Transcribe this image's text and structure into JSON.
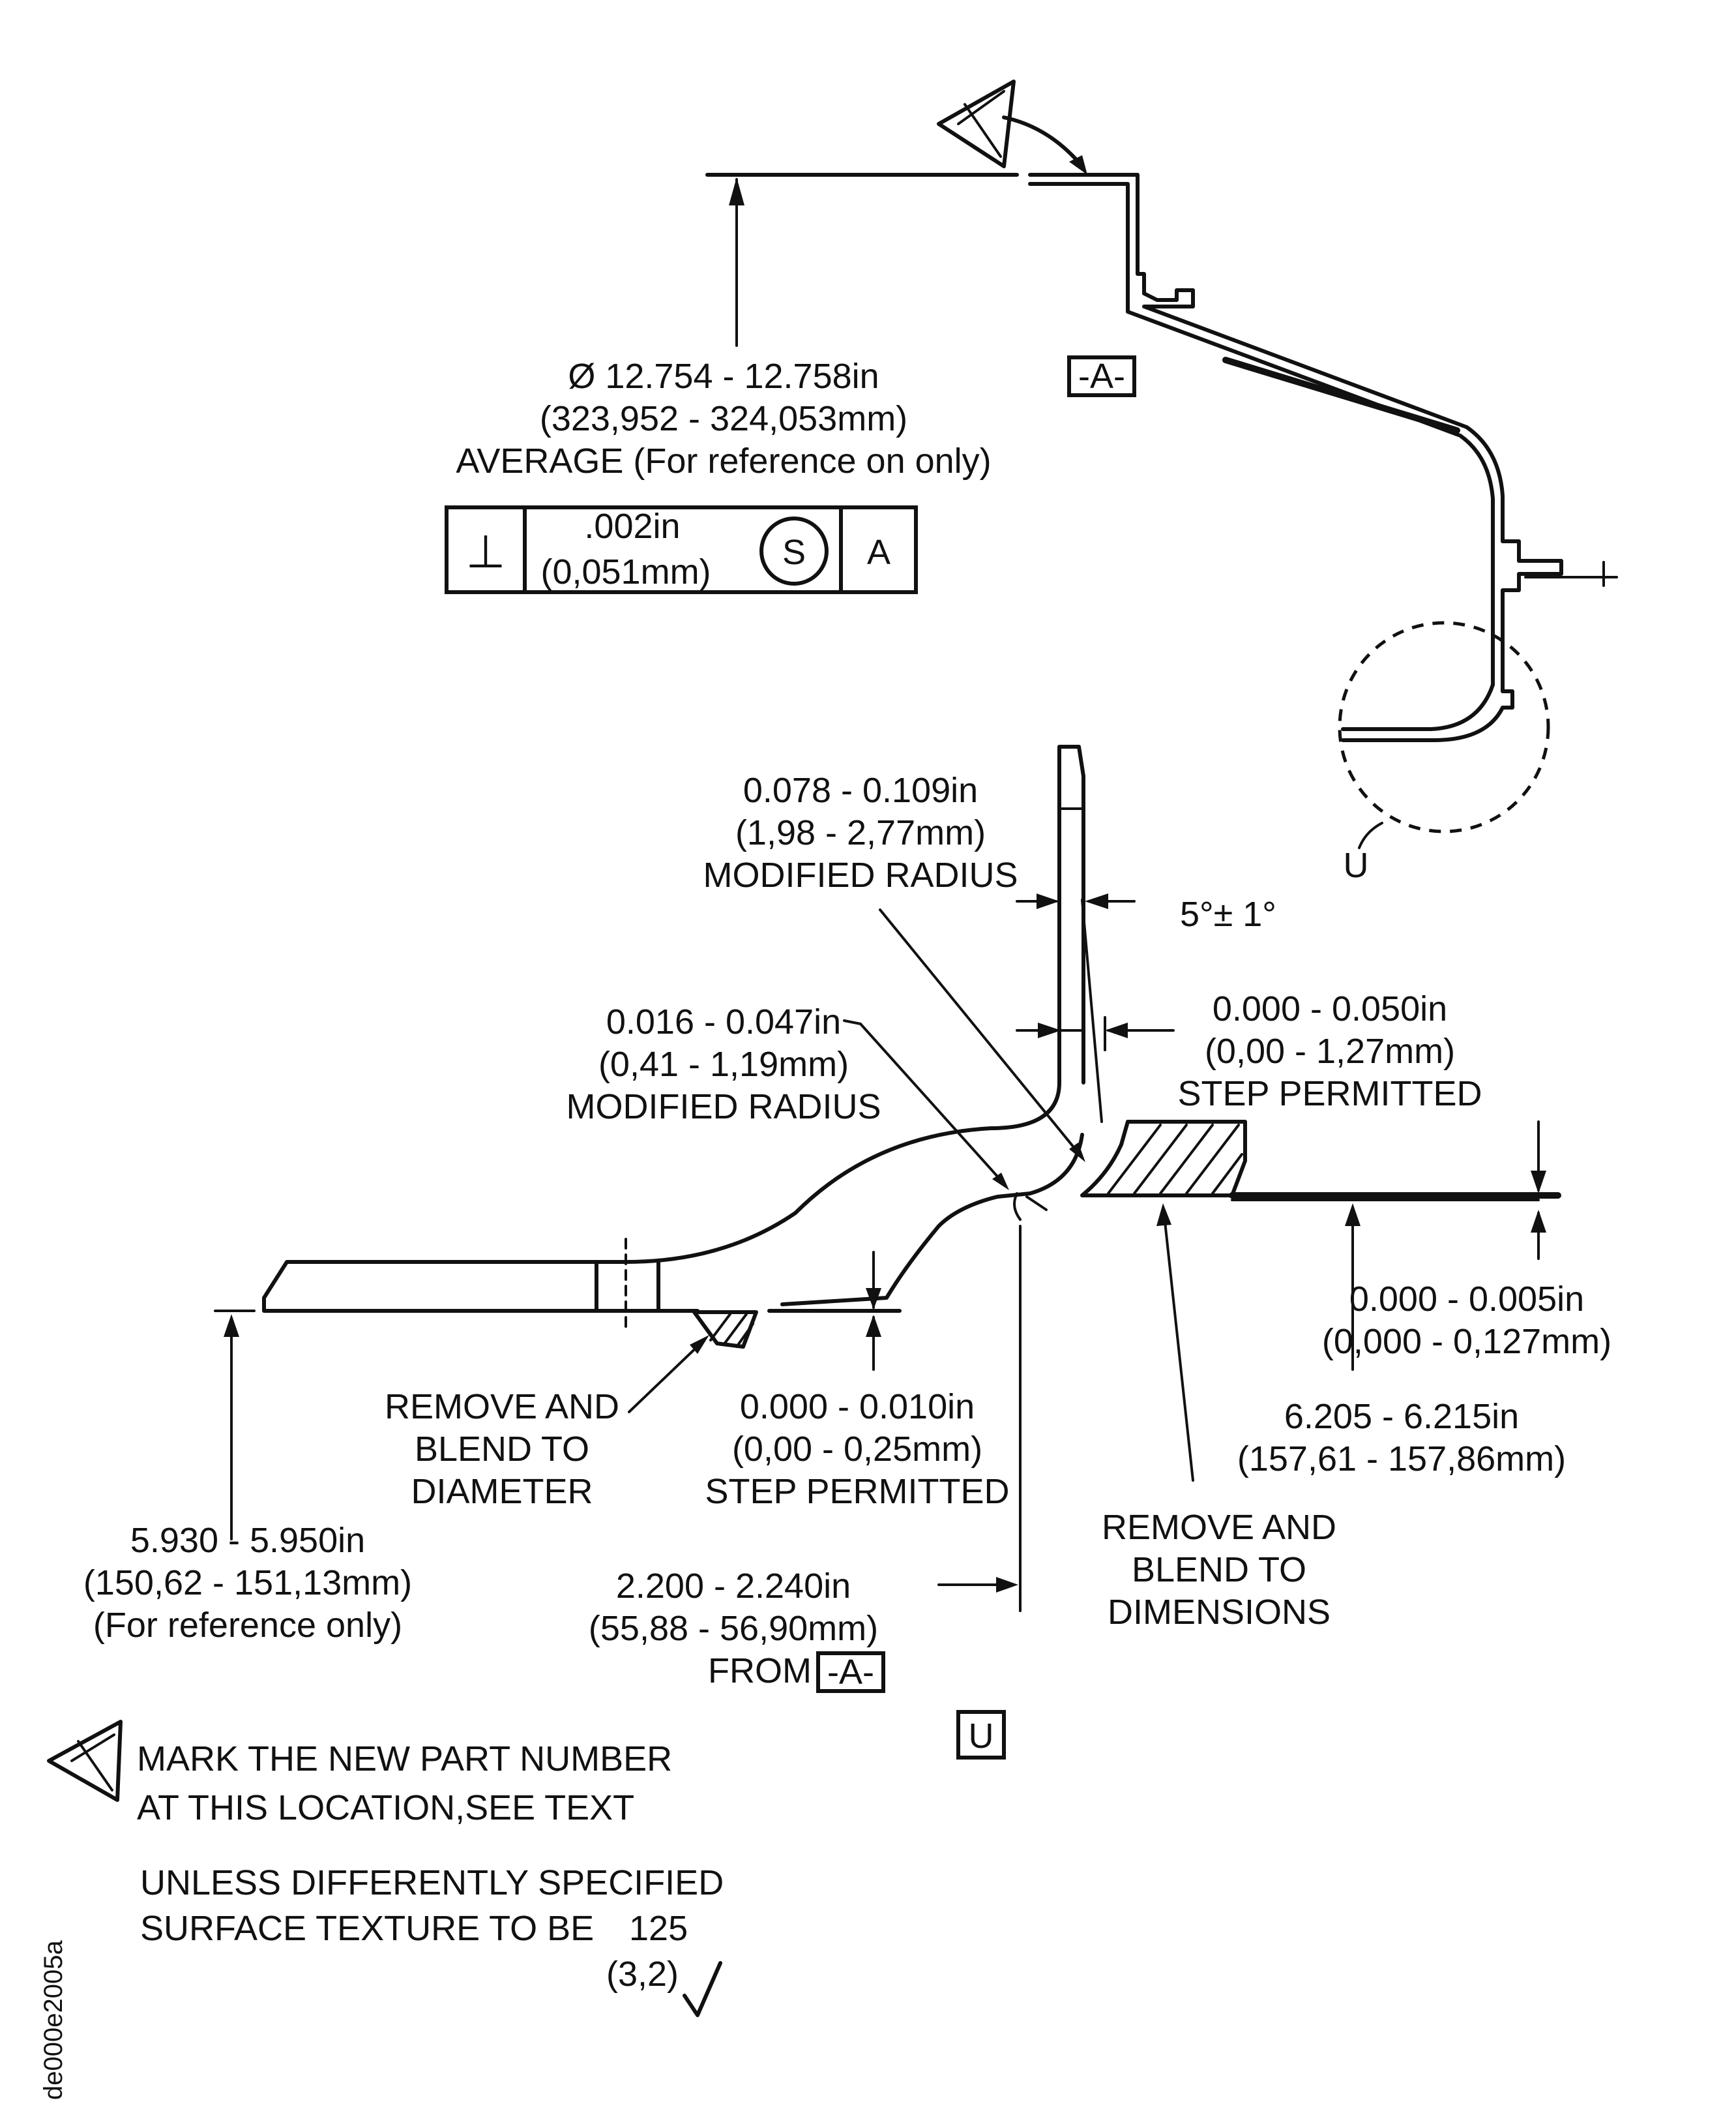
{
  "colors": {
    "ink": "#111111",
    "paper": "#ffffff"
  },
  "diameter": {
    "line1": "Ø 12.754 - 12.758in",
    "line2": "(323,952 - 324,053mm)",
    "line3": "AVERAGE (For reference on only)"
  },
  "datum": {
    "label": "A",
    "box_text": "-A-"
  },
  "fcf": {
    "symbol": "⊥",
    "tol_line1": ".002in",
    "tol_line2": "(0,051mm)",
    "modifier": "S",
    "datum_ref": "A"
  },
  "detail_ref": {
    "label": "U"
  },
  "dims": {
    "mod_radius_1": {
      "line1": "0.078 - 0.109in",
      "line2": "(1,98 - 2,77mm)",
      "line3": "MODIFIED RADIUS"
    },
    "angle": "5°± 1°",
    "mod_radius_2": {
      "line1": "0.016 - 0.047in",
      "line2": "(0,41 - 1,19mm)",
      "line3": "MODIFIED RADIUS"
    },
    "step_1": {
      "line1": "0.000 - 0.050in",
      "line2": "(0,00 - 1,27mm)",
      "line3": "STEP PERMITTED"
    },
    "step_2": {
      "line1": "0.000 - 0.005in",
      "line2": "(0,000 - 0,127mm)"
    },
    "blend_diameter": {
      "line1": "REMOVE AND",
      "line2": "BLEND TO",
      "line3": "DIAMETER"
    },
    "step_3": {
      "line1": "0.000 - 0.010in",
      "line2": "(0,00 - 0,25mm)",
      "line3": "STEP PERMITTED"
    },
    "dim_6205": {
      "line1": "6.205 - 6.215in",
      "line2": "(157,61 - 157,86mm)"
    },
    "blend_dimensions": {
      "line1": "REMOVE AND",
      "line2": "BLEND TO",
      "line3": "DIMENSIONS"
    },
    "dim_5930": {
      "line1": "5.930 - 5.950in",
      "line2": "(150,62 - 151,13mm)",
      "line3": "(For reference only)"
    },
    "dim_2200": {
      "line1": "2.200 - 2.240in",
      "line2": "(55,88 - 56,90mm)",
      "line3": "FROM"
    }
  },
  "notes": {
    "mark_line1": "MARK THE NEW PART NUMBER",
    "mark_line2": "AT THIS LOCATION,SEE TEXT",
    "surface_line1": "UNLESS DIFFERENTLY SPECIFIED",
    "surface_line2": "SURFACE TEXTURE TO BE",
    "roughness_in": "125",
    "roughness_mm": "(3,2)"
  },
  "figure_ref": "de000e2005a"
}
